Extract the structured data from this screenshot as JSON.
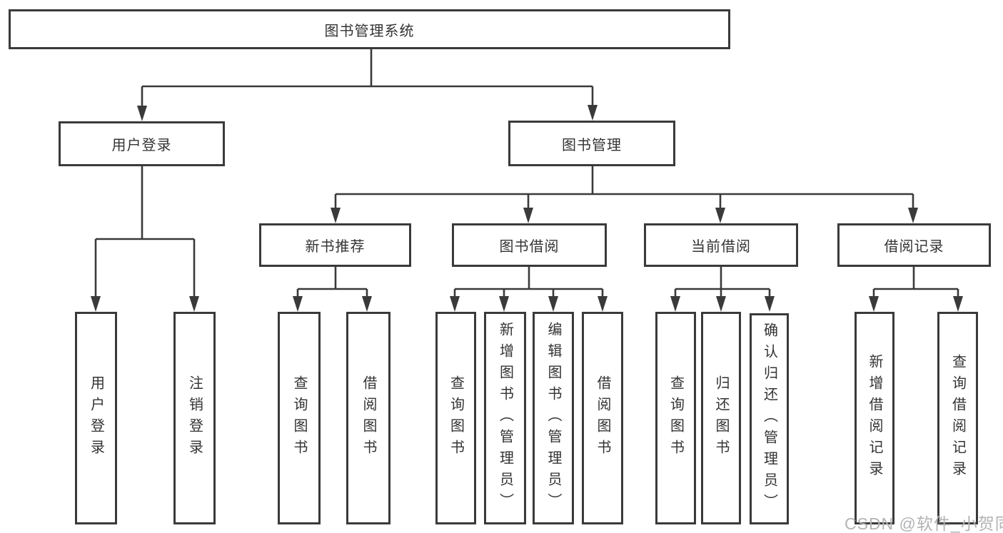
{
  "diagram": {
    "title": "图书管理系统",
    "root": {
      "label": "图书管理系统"
    },
    "level2": [
      {
        "label": "用户登录"
      },
      {
        "label": "图书管理"
      }
    ],
    "level3": [
      {
        "label": "新书推荐"
      },
      {
        "label": "图书借阅"
      },
      {
        "label": "当前借阅"
      },
      {
        "label": "借阅记录"
      }
    ],
    "leaves": {
      "user_login": [
        "用户登录",
        "注销登录"
      ],
      "new_book_recommend": [
        "查询图书",
        "借阅图书"
      ],
      "book_borrow": [
        "查询图书",
        "新增图书（管理员）",
        "编辑图书（管理员）",
        "借阅图书"
      ],
      "current_borrow": [
        "查询图书",
        "归还图书",
        "确认归还（管理员）"
      ],
      "borrow_records": [
        "新增借阅记录",
        "查询借阅记录"
      ]
    }
  },
  "watermark": "CSDN @软件_小贺同学",
  "colors": {
    "line": "#3a3a3a",
    "text": "#333333",
    "watermark": "#b3b3b6",
    "background": "#ffffff"
  }
}
